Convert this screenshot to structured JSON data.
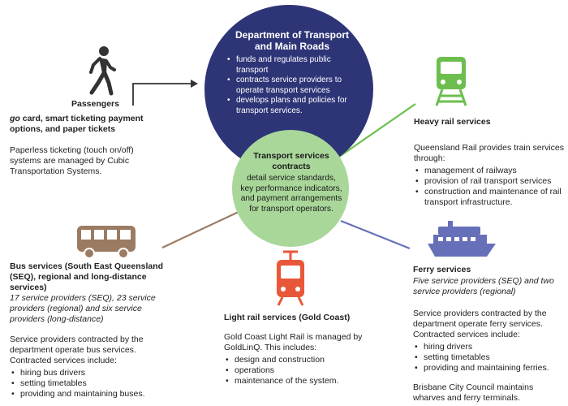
{
  "department": {
    "title_line1": "Department of Transport",
    "title_line2": "and Main Roads",
    "items": [
      "funds and regulates public transport",
      "contracts service providers to operate transport services",
      "develops plans and policies for transport services."
    ]
  },
  "contracts": {
    "title_line1": "Transport services",
    "title_line2": "contracts",
    "description": "detail service standards, key performance indicators, and payment arrangements for transport operators."
  },
  "passengers": {
    "label": "Passengers",
    "heading_italic": "go",
    "heading_rest": " card, smart ticketing payment options, and paper tickets",
    "description": "Paperless ticketing (touch on/off) systems are managed by Cubic Transportation Systems."
  },
  "heavy_rail": {
    "title": "Heavy rail services",
    "intro": "Queensland Rail provides train services through:",
    "items": [
      "management of railways",
      "provision of rail transport services",
      "construction and maintenance of rail transport infrastructure."
    ]
  },
  "bus": {
    "title": "Bus services (South East Queensland (SEQ), regional and long-distance services)",
    "subtitle": "17 service providers (SEQ), 23 service providers (regional) and six service providers (long-distance)",
    "intro": "Service providers contracted by the department operate bus services. Contracted services include:",
    "items": [
      "hiring bus drivers",
      "setting timetables",
      "providing and maintaining buses."
    ]
  },
  "light_rail": {
    "title": "Light rail services (Gold Coast)",
    "intro": "Gold Coast Light Rail is managed by GoldLinQ. This includes:",
    "items": [
      "design and construction",
      "operations",
      "maintenance of the system."
    ]
  },
  "ferry": {
    "title": "Ferry services",
    "subtitle": "Five service providers (SEQ) and two service providers (regional)",
    "intro": "Service providers contracted by the department operate ferry services. Contracted services include:",
    "items": [
      "hiring drivers",
      "setting timetables",
      "providing and maintaining ferries."
    ],
    "note": "Brisbane City Council maintains wharves and ferry terminals."
  },
  "colors": {
    "navy": "#2e3577",
    "green": "#a9d79a",
    "heavy_rail_green": "#6cbf4e",
    "bus_brown": "#9b7b62",
    "light_rail_orange": "#e8573a",
    "ferry_purple": "#6670b8",
    "icon_dark": "#333333"
  }
}
